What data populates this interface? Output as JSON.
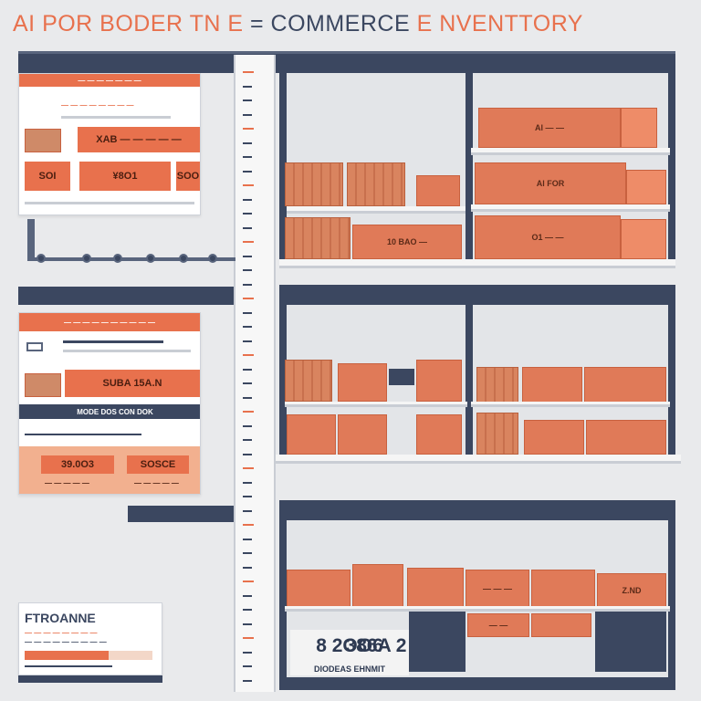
{
  "title": {
    "part1": "AI POR BODER TN E",
    "separator": " = ",
    "part2": "COMMERCE",
    "part3": " E NVENTTORY"
  },
  "card_top": {
    "header": "— — — — — — —",
    "subheader": "— — — — — — — —",
    "tag_main": "XAB — — — — —",
    "tag_left": "SOI",
    "tag_center": "¥8O1",
    "tag_right": "SOO"
  },
  "card_mid": {
    "header": "— — — — — — — — — —",
    "tag_main": "SUBA 15A.N",
    "bar_text": "MODE DOS CON DOK",
    "tag_left": "39.0O3",
    "tag_right": "SOSCE",
    "foot_left": "— — — — —",
    "foot_right": "— — — — —"
  },
  "card_bottom": {
    "title": "FTROANNE",
    "line1": "— — — — — — — —",
    "line2": "— — — — — — — — —"
  },
  "shelf_top": {
    "box_a": "Al — —",
    "box_b": "Al FOR",
    "box_c": "O1 — —",
    "box_d": "10 BAO —"
  },
  "shelf_bottom": {
    "box_a": "— — —",
    "box_b": "— —",
    "box_c": "Z.ND",
    "price_left": "8 2OO6",
    "price_right": "386A 2",
    "caption": "DIODEAS EHNMIT"
  },
  "colors": {
    "accent": "#e8714d",
    "navy": "#3b4760",
    "background": "#e9eaec"
  }
}
